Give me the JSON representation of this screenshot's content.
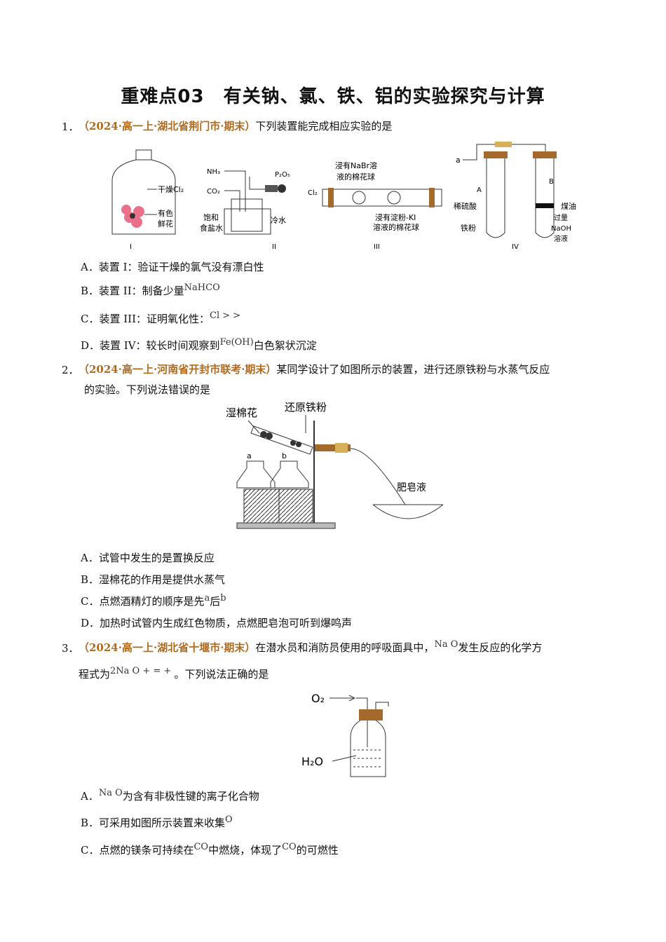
{
  "title": "重难点03　有关钠、氯、铁、铝的实验探究与计算",
  "q1": {
    "num": "1．",
    "source": "（2024·高一上·湖北省荆门市·期末）",
    "stem": "下列装置能完成相应实验的是",
    "fig": {
      "I": "I",
      "II": "II",
      "III": "III",
      "IV": "IV",
      "dry_cl2": "干燥Cl₂",
      "colored": "有色",
      "flower": "鲜花",
      "nh3": "NH₃",
      "co2": "CO₂",
      "p2o5": "P₂O₅",
      "brine1": "饱和",
      "brine2": "食盐水",
      "cold": "冷水",
      "cl2": "Cl₂",
      "nabr1": "浸有NaBr溶",
      "nabr2": "液的棉花球",
      "ki1": "浸有淀粉-KI",
      "ki2": "溶液的棉花球",
      "a": "a",
      "A": "A",
      "B": "B",
      "acid": "稀硫酸",
      "iron": "铁粉",
      "kerosene": "煤油",
      "excess": "过量",
      "naoh": "NaOH",
      "soln": "溶液"
    },
    "options": {
      "A": "A．装置 I：验证干燥的氯气没有漂白性",
      "B": "B．装置 II：制备少量",
      "B_chem": "NaHCO",
      "C": "C．装置 III：证明氧化性：",
      "C_chem": "Cl  >    >  ",
      "D": "D．装置 IV：较长时间观察到",
      "D_chem": "Fe(OH)",
      "D_tail": "白色絮状沉淀"
    }
  },
  "q2": {
    "num": "2．",
    "source": "（2024·高一上·河南省开封市联考·期末）",
    "stem1": "某同学设计了如图所示的装置，进行还原铁粉与水蒸气反应",
    "stem2": "的实验。下列说法错误的是",
    "fig": {
      "cotton": "湿棉花",
      "iron": "还原铁粉",
      "soap": "肥皂液",
      "a": "a",
      "b": "b"
    },
    "options": {
      "A": "A．试管中发生的是置换反应",
      "B": "B．湿棉花的作用是提供水蒸气",
      "C": "C．点燃酒精灯的顺序是先",
      "C_a": "a",
      "C_mid": "后",
      "C_b": "b",
      "D": "D．加热时试管内生成红色物质，点燃肥皂泡可听到爆鸣声"
    }
  },
  "q3": {
    "num": "3．",
    "source": "（2024·高一上·湖北省十堰市·期末）",
    "stem1a": "在潜水员和消防员使用的呼吸面具中，",
    "stem1_chem": "Na O",
    "stem1b": "发生反应的化学方",
    "stem2a": "程式为",
    "stem2_chem": "2Na O  +       =        +   ",
    "stem2b": "。下列说法正确的是",
    "fig": {
      "o2": "O₂",
      "h2o": "H₂O"
    },
    "options": {
      "A": "A．",
      "A_chem": "Na O",
      "A_tail": "为含有非极性键的离子化合物",
      "B": "B．可采用如图所示装置来收集",
      "B_chem": "O",
      "C": "C．点燃的镁条可持续在",
      "C_chem": "CO",
      "C_mid": "中燃烧，体现了",
      "C_chem2": "CO",
      "C_tail": "的可燃性"
    }
  }
}
